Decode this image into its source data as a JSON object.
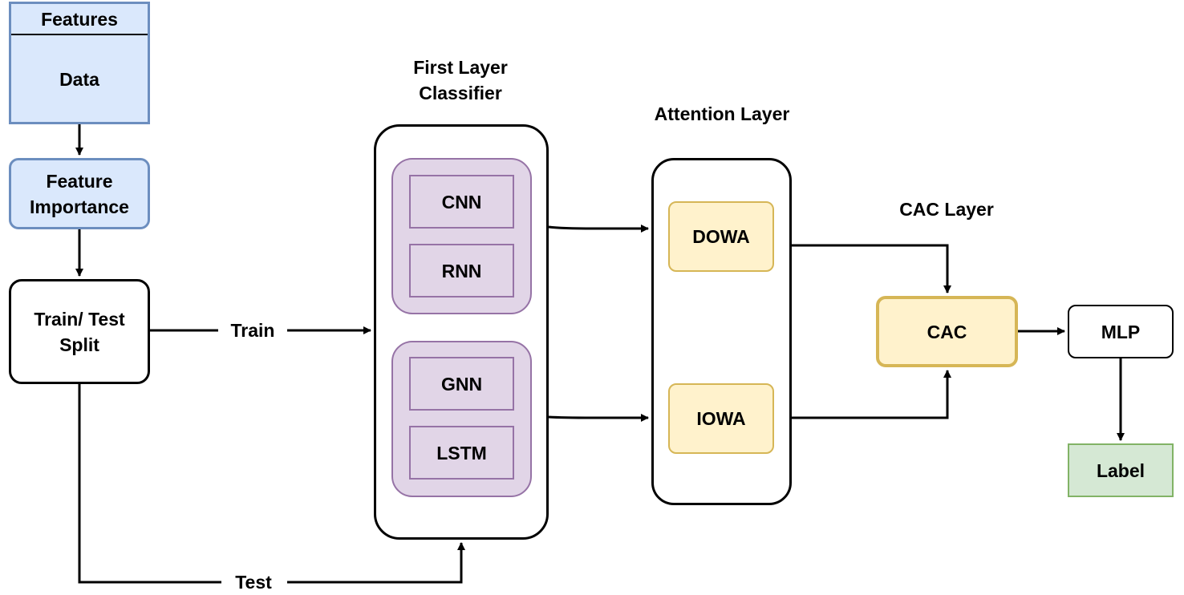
{
  "diagram": {
    "data_box": {
      "header": "Features",
      "body": "Data"
    },
    "feature_importance": "Feature\nImportance",
    "split": "Train/ Test\nSplit",
    "first_layer_title": "First Layer\nClassifier",
    "models": [
      "CNN",
      "RNN",
      "GNN",
      "LSTM"
    ],
    "attention_title": "Attention Layer",
    "attention_nodes": [
      "DOWA",
      "IOWA"
    ],
    "cac_title": "CAC Layer",
    "cac": "CAC",
    "mlp": "MLP",
    "output": "Label",
    "edge_labels": {
      "train": "Train",
      "test": "Test"
    }
  },
  "colors": {
    "blue_fill": "#dae8fc",
    "blue_stroke": "#6c8ebf",
    "purple_fill": "#e1d5e7",
    "purple_stroke": "#9673a6",
    "yellow_fill": "#fff2cc",
    "yellow_stroke": "#d6b656",
    "green_fill": "#d5e8d4",
    "green_stroke": "#82b366"
  }
}
